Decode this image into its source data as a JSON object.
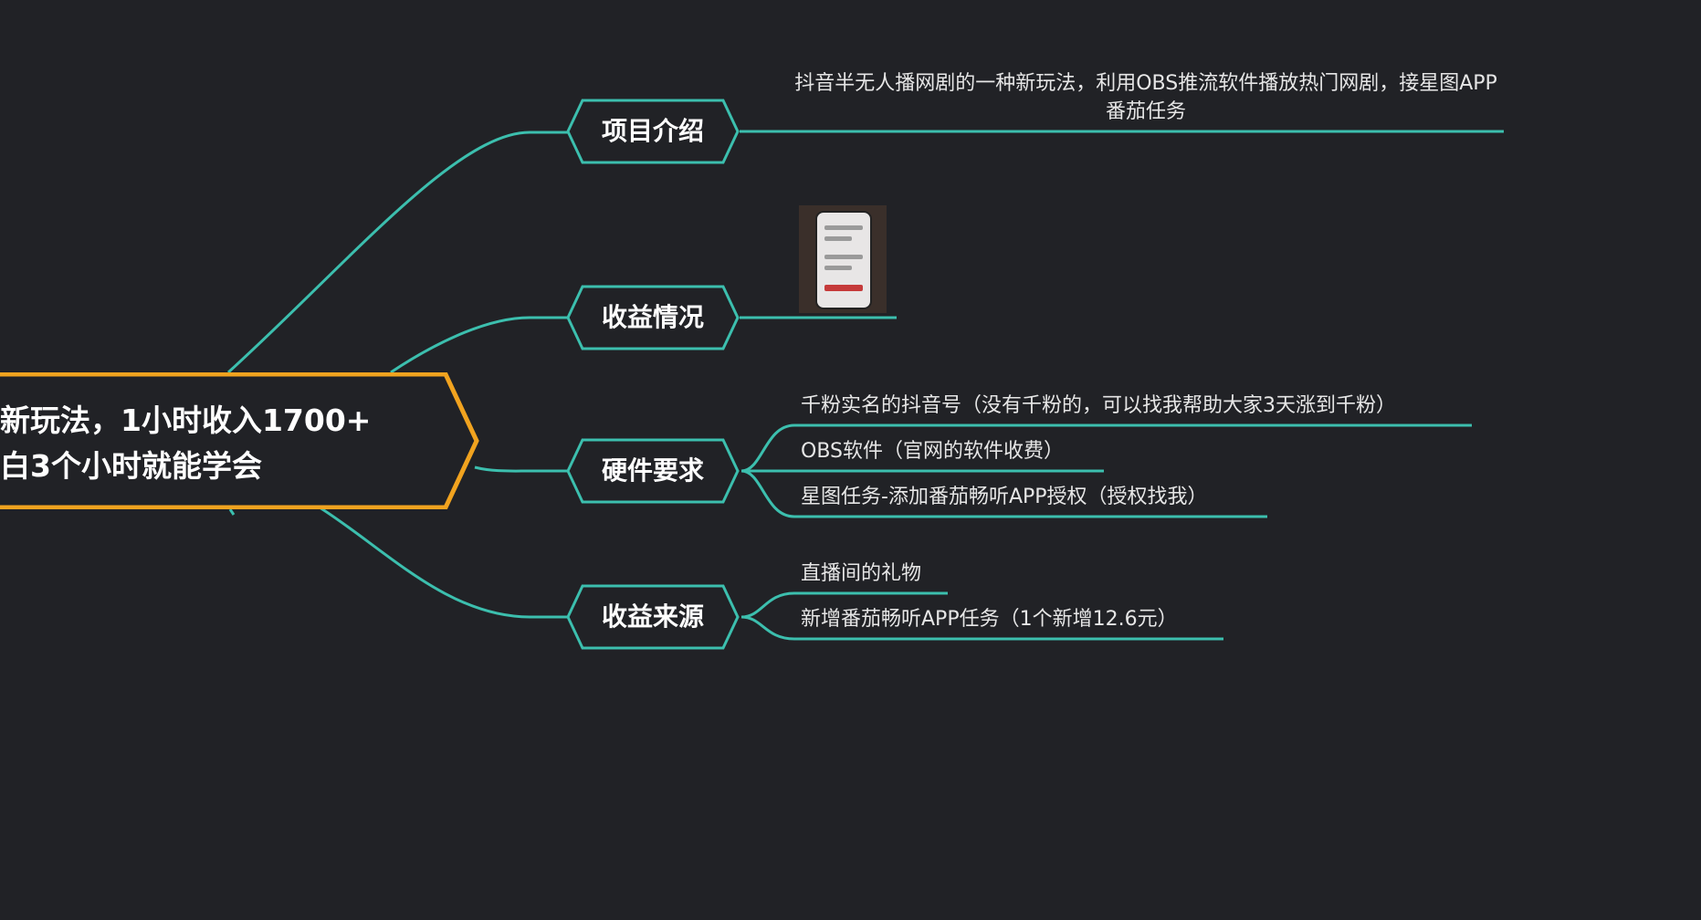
{
  "colors": {
    "background": "#212226",
    "central_border": "#f1a31f",
    "branch": "#3cbfae",
    "text": "#ffffff",
    "leaf_text": "#e6e6e6"
  },
  "central_topic": {
    "line1": "新玩法，1小时收入1700+",
    "line2": "白3个小时就能学会"
  },
  "topics": [
    {
      "label": "项目介绍",
      "leaves": [
        "抖音半无人播网剧的一种新玩法，利用OBS推流软件播放热门网剧，接星图APP番茄任务"
      ]
    },
    {
      "label": "收益情况",
      "image": "phone-screenshot-thumbnail"
    },
    {
      "label": "硬件要求",
      "leaves": [
        "千粉实名的抖音号（没有千粉的，可以找我帮助大家3天涨到千粉）",
        "OBS软件（官网的软件收费）",
        "星图任务-添加番茄畅听APP授权（授权找我）"
      ]
    },
    {
      "label": "收益来源",
      "leaves": [
        "直播间的礼物",
        "新增番茄畅听APP任务（1个新增12.6元）"
      ]
    }
  ]
}
